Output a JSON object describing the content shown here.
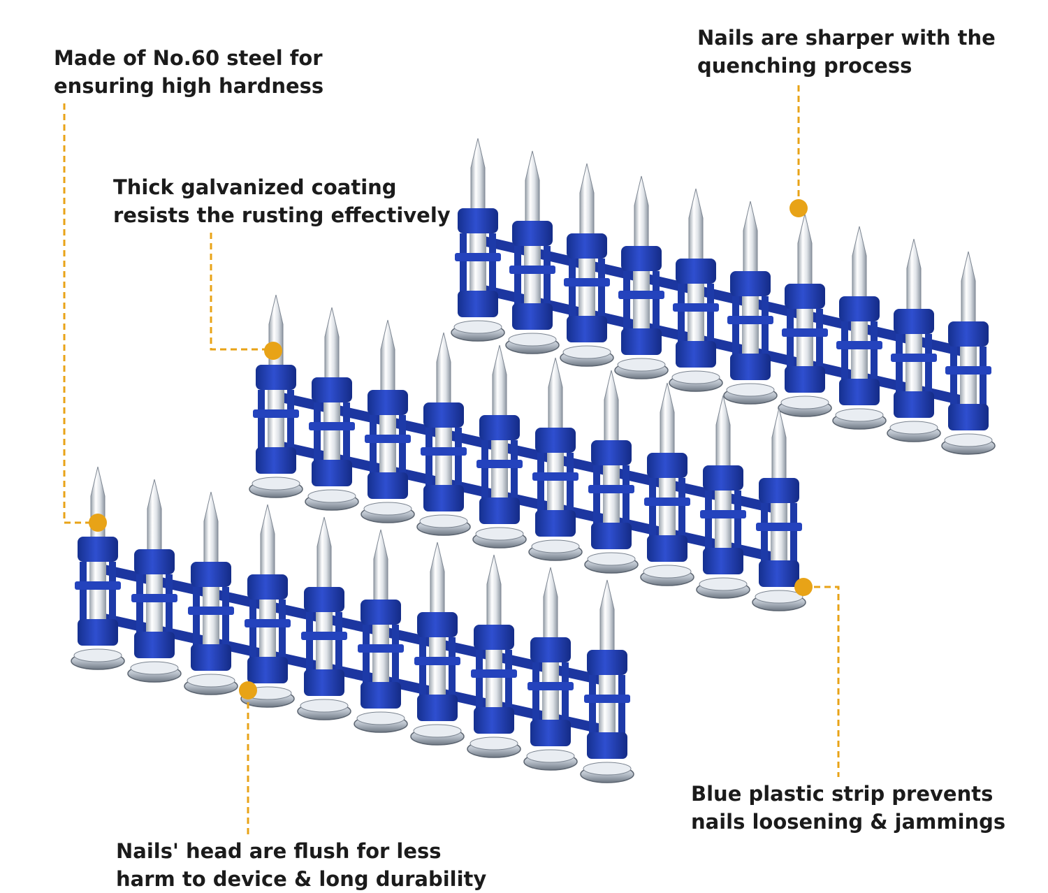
{
  "product": {
    "name": "",
    "accent_color": "#E8A317",
    "strip_color": "#1F3FB0",
    "nail_color": "#D9DDE2"
  },
  "annotations": [
    {
      "key": "steel",
      "lines": [
        "Made of No.60 steel for",
        "ensuring high hardness"
      ]
    },
    {
      "key": "coating",
      "lines": [
        "Thick galvanized coating",
        "resists the rusting effectively"
      ]
    },
    {
      "key": "sharp",
      "lines": [
        "Nails are sharper with the",
        "quenching process"
      ]
    },
    {
      "key": "head",
      "lines": [
        "Nails' head are flush for less",
        "harm to device & long durability"
      ]
    },
    {
      "key": "strip",
      "lines": [
        "Blue plastic strip prevents",
        "nails loosening & jammings"
      ]
    }
  ]
}
